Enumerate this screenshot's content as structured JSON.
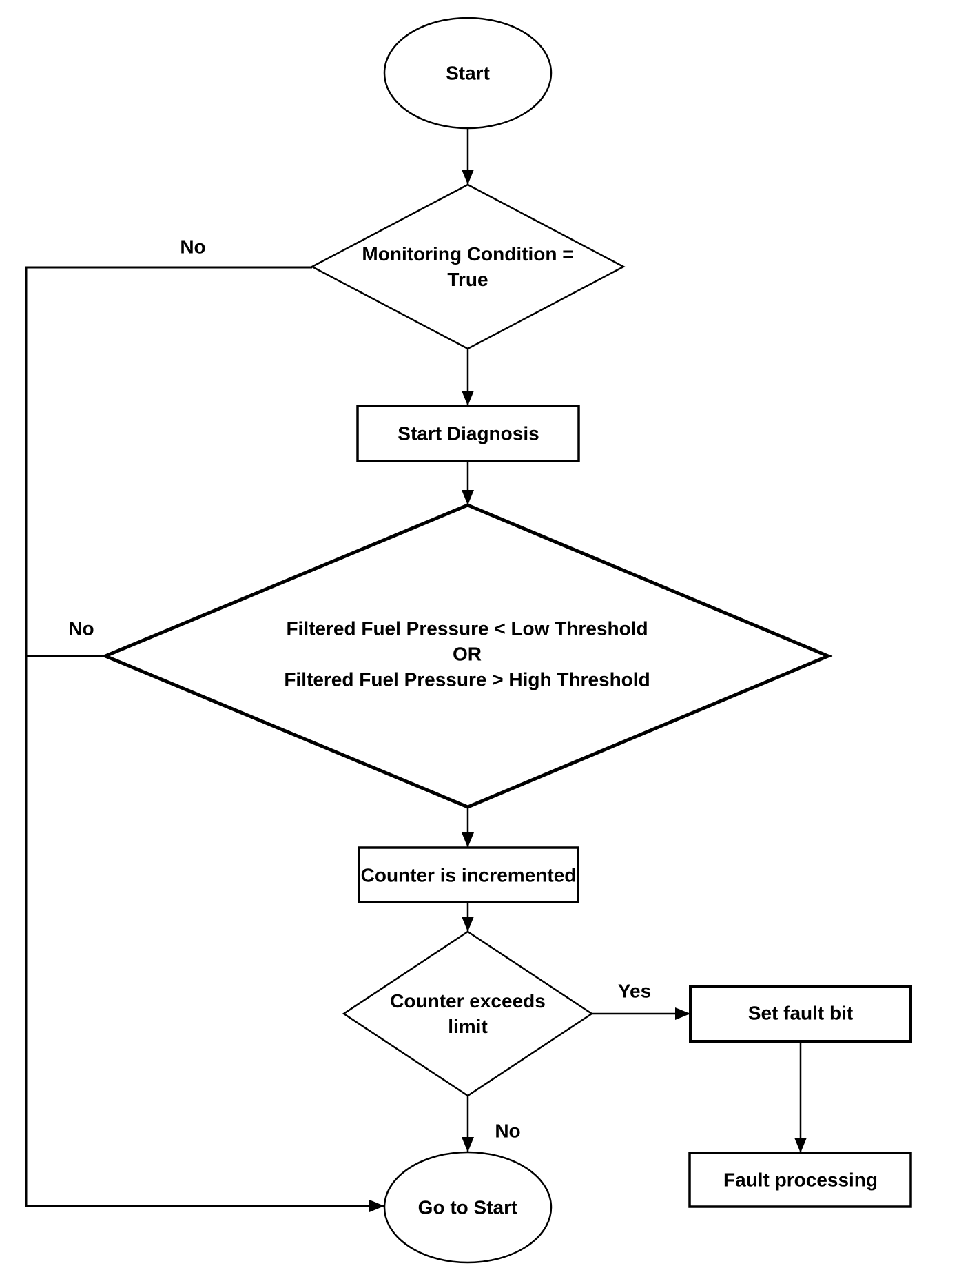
{
  "diagram": {
    "kind": "flowchart",
    "colors": {
      "stroke": "#000000",
      "text": "#000000",
      "background": "#ffffff"
    },
    "nodes": {
      "start": {
        "type": "terminator-ellipse",
        "label": "Start"
      },
      "monitoring_condition": {
        "type": "decision-diamond",
        "label": "Monitoring Condition =\nTrue"
      },
      "start_diagnosis": {
        "type": "process-rect",
        "label": "Start Diagnosis"
      },
      "fuel_pressure_check": {
        "type": "decision-diamond",
        "label": "Filtered Fuel Pressure < Low Threshold\nOR\nFiltered Fuel Pressure > High Threshold"
      },
      "counter_incremented": {
        "type": "process-rect",
        "label": "Counter is incremented"
      },
      "counter_exceeds_limit": {
        "type": "decision-diamond",
        "label": "Counter exceeds\nlimit"
      },
      "set_fault_bit": {
        "type": "process-rect",
        "label": "Set fault bit"
      },
      "fault_processing": {
        "type": "process-rect",
        "label": "Fault processing"
      },
      "go_to_start": {
        "type": "terminator-ellipse",
        "label": "Go to Start"
      }
    },
    "edge_labels": {
      "monitoring_no": "No",
      "fuel_pressure_no": "No",
      "counter_yes": "Yes",
      "counter_no": "No"
    }
  }
}
